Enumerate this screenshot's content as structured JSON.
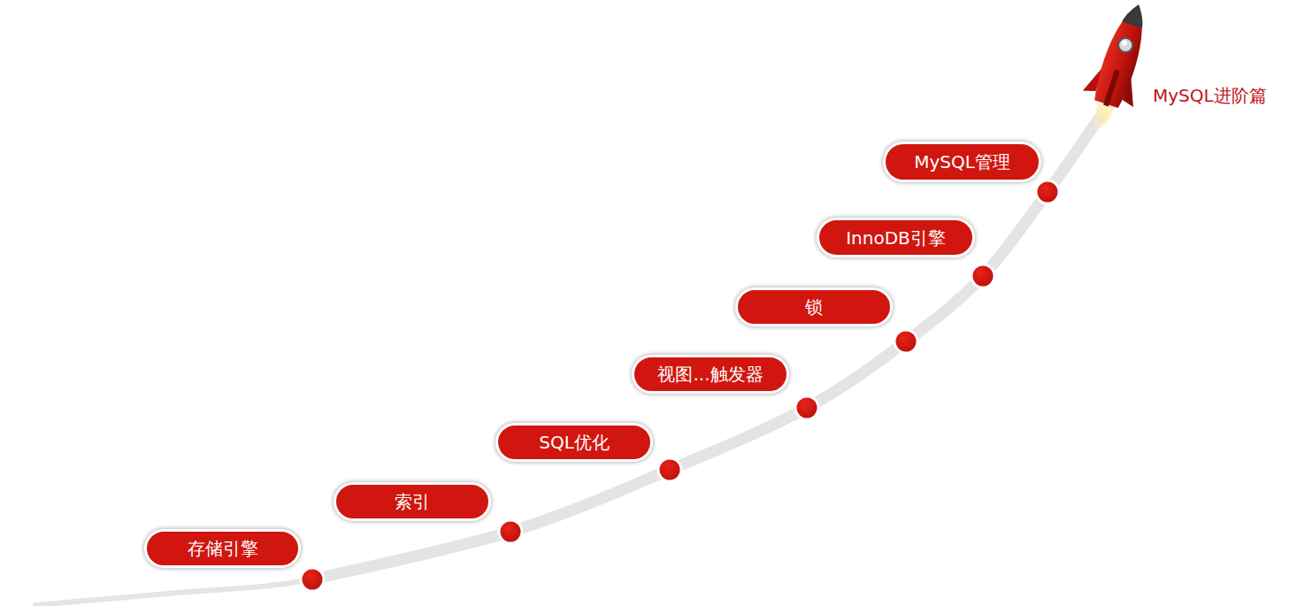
{
  "diagram": {
    "nodes": [
      {
        "text": [
          "存储引擎"
        ]
      },
      {
        "text": [
          "索引"
        ]
      },
      {
        "text": [
          "SQL优化"
        ]
      },
      {
        "text": [
          "视图...触发器"
        ]
      },
      {
        "text": [
          "锁"
        ]
      },
      {
        "text": [
          "InnoDB引擎"
        ]
      },
      {
        "text": [
          "MySQL管理"
        ]
      }
    ],
    "labels": [
      "MySQL进阶篇"
    ]
  }
}
